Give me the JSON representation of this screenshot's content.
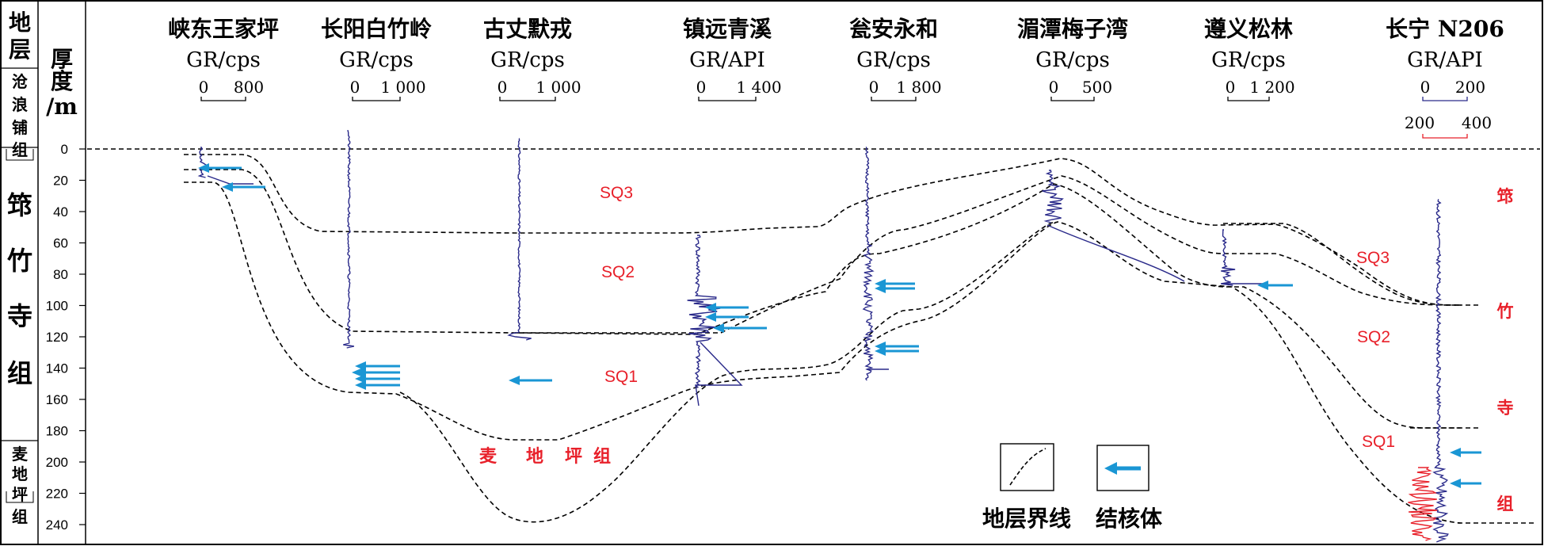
{
  "left_axis": {
    "header_stratum": "地层",
    "header_thickness": "厚度/m",
    "ticks": [
      0,
      20,
      40,
      60,
      80,
      100,
      120,
      140,
      160,
      180,
      200,
      220,
      240
    ]
  },
  "formations": {
    "canglangpu": "沧浪铺组",
    "qiongzhusi": "筇竹寺组",
    "maidiping": "麦地坪组"
  },
  "wells": [
    {
      "name": "峡东王家坪",
      "curve": "GR/cps",
      "scale_min": "0",
      "scale_max": "800"
    },
    {
      "name": "长阳白竹岭",
      "curve": "GR/cps",
      "scale_min": "0",
      "scale_max": "1 000"
    },
    {
      "name": "古丈默戎",
      "curve": "GR/cps",
      "scale_min": "0",
      "scale_max": "1 000"
    },
    {
      "name": "镇远青溪",
      "curve": "GR/API",
      "scale_min": "0",
      "scale_max": "1 400"
    },
    {
      "name": "瓮安永和",
      "curve": "GR/cps",
      "scale_min": "0",
      "scale_max": "1 800"
    },
    {
      "name": "湄潭梅子湾",
      "curve": "GR/cps",
      "scale_min": "0",
      "scale_max": "500"
    },
    {
      "name": "遵义松林",
      "curve": "GR/cps",
      "scale_min": "0",
      "scale_max": "1 200"
    },
    {
      "name": "长宁 N206",
      "curve": "GR/API",
      "scale_min": "0",
      "scale_max": "200",
      "scale2_min": "200",
      "scale2_max": "400"
    }
  ],
  "sequences": {
    "sq1": "SQ1",
    "sq2": "SQ2",
    "sq3": "SQ3"
  },
  "maidiping_chars": [
    "麦",
    "地",
    "坪",
    "组"
  ],
  "qiongzhusi_right_chars": [
    "筇",
    "竹",
    "寺",
    "组"
  ],
  "legend": {
    "boundary": "地层界线",
    "nodule": "结核体"
  },
  "colors": {
    "red": "#e8202a",
    "blue": "#1a96d4",
    "curve": "#2a2a8a",
    "curve_red": "#e8202a"
  }
}
